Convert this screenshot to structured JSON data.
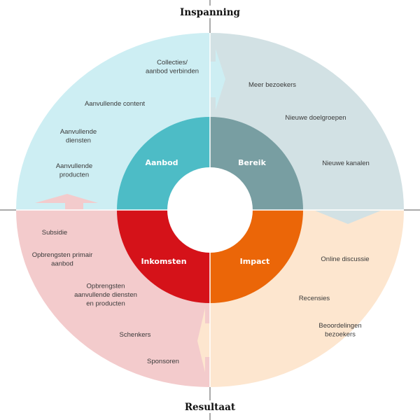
{
  "axis": {
    "top_label": "Inspanning",
    "bottom_label": "Resultaat"
  },
  "colors": {
    "aanbod_light": "#cdeef3",
    "bereik_light": "#d2e1e4",
    "impact_light": "#fde6cf",
    "inkomsten_light": "#f3cbcc",
    "aanbod": "#4dbcc6",
    "bereik": "#789ea2",
    "impact": "#eb6608",
    "inkomsten": "#d51219",
    "axis_line": "#555555"
  },
  "segments": [
    {
      "key": "aanbod",
      "label": "Aanbod",
      "items": [
        "Collecties/\naanbod verbinden",
        "Aanvullende content",
        "Aanvullende\ndiensten",
        "Aanvullende\nproducten"
      ]
    },
    {
      "key": "bereik",
      "label": "Bereik",
      "items": [
        "Meer bezoekers",
        "Nieuwe doelgroepen",
        "Nieuwe kanalen"
      ]
    },
    {
      "key": "impact",
      "label": "Impact",
      "items": [
        "Online discussie",
        "Recensies",
        "Beoordelingen\nbezoekers"
      ]
    },
    {
      "key": "inkomsten",
      "label": "Inkomsten",
      "items": [
        "Subsidie",
        "Opbrengsten primair\naanbod",
        "Opbrengsten\naanvullende diensten\nen producten",
        "Schenkers",
        "Sponsoren"
      ]
    }
  ]
}
